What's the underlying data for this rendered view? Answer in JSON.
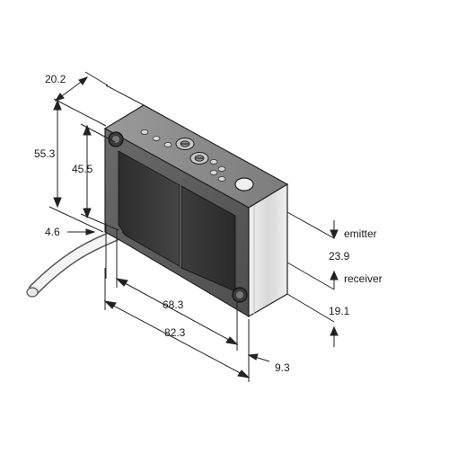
{
  "dimensions": {
    "depth": "20.2",
    "total_height": "55.3",
    "lens_height": "45.5",
    "cable_offset": "4.6",
    "optical_axis_spacing": "23.9",
    "receiver_to_bottom": "19.1",
    "lens_width": "68.3",
    "total_width": "82.3",
    "side_offset": "9.3"
  },
  "labels": {
    "emitter": "emitter",
    "receiver": "receiver"
  },
  "colors": {
    "housing_front": "#5e5e5e",
    "housing_top": "#8a8a8a",
    "lens": "#3a3a3a",
    "side_face": "#e4e4e4",
    "line": "#222222"
  }
}
